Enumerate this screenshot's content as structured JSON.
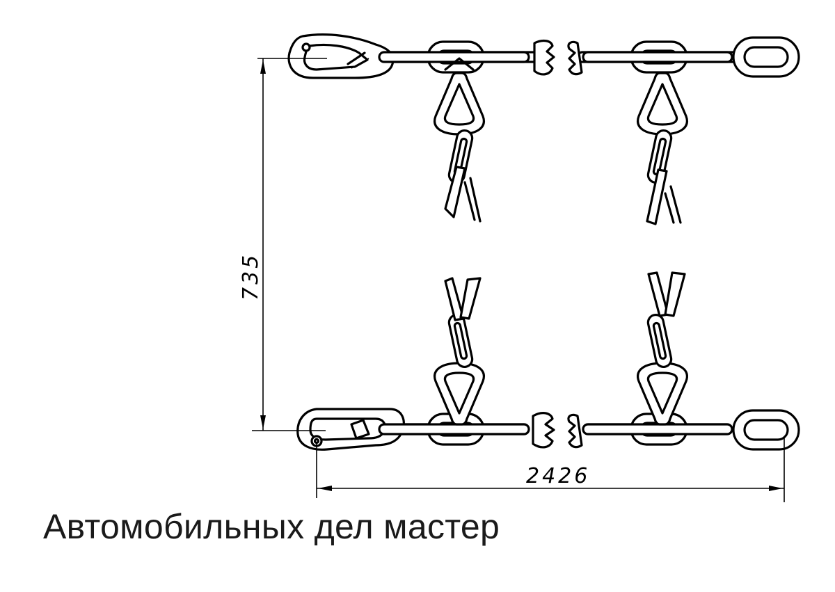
{
  "diagram": {
    "dimensions": {
      "height_label": "735",
      "width_label": "2426"
    },
    "caption": "Автомобильных дел мастер",
    "colors": {
      "line": "#000000",
      "background": "#ffffff",
      "caption": "#1a1a1a"
    }
  }
}
